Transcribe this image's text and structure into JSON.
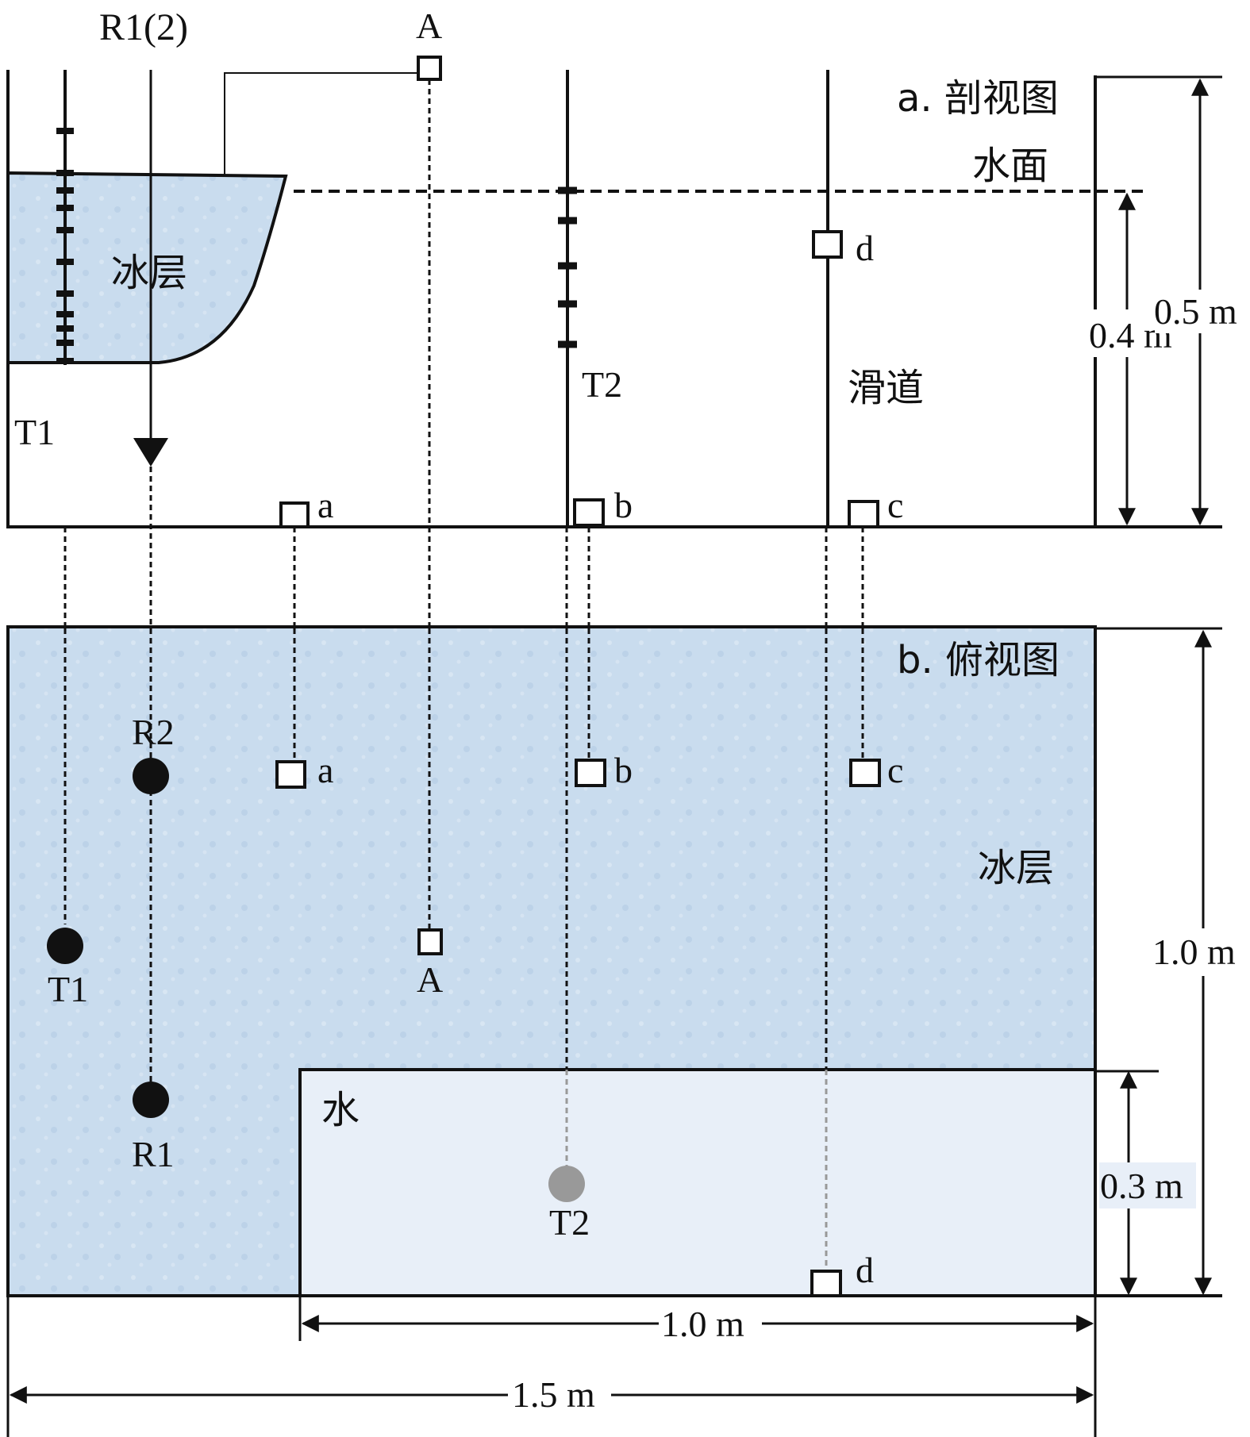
{
  "section_view": {
    "title": "a. 剖视图",
    "water_surface": "水面",
    "ice_label": "冰层",
    "chute_label": "滑道",
    "probe_T1": "T1",
    "probe_T2": "T2",
    "probe_R": "R1(2)",
    "sensor_A": "A",
    "sensor_a": "a",
    "sensor_b": "b",
    "sensor_c": "c",
    "sensor_d": "d",
    "dim_04": "0.4 m",
    "dim_05": "0.5 m"
  },
  "plan_view": {
    "title": "b. 俯视图",
    "ice_label": "冰层",
    "water_label": "水",
    "R2": "R2",
    "R1": "R1",
    "T1": "T1",
    "T2": "T2",
    "sensor_A": "A",
    "sensor_a": "a",
    "sensor_b": "b",
    "sensor_c": "c",
    "sensor_d": "d",
    "dim_10_vertical": "1.0 m",
    "dim_03": "0.3 m",
    "dim_10_horizontal": "1.0 m",
    "dim_15": "1.5 m"
  },
  "colors": {
    "ice_fill": "#c9dcee",
    "water_fill": "#e8eff8",
    "line": "#111111",
    "grey_probe": "#999999"
  }
}
